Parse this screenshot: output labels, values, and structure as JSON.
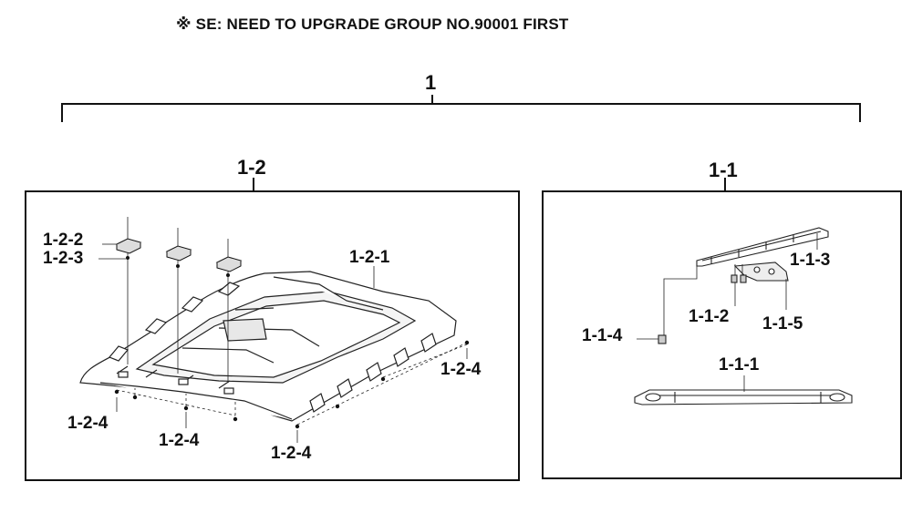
{
  "note": "※ SE: NEED TO UPGRADE GROUP NO.90001 FIRST",
  "labels": {
    "root": "1",
    "roof_assembly": "1-2",
    "rail_assembly": "1-1",
    "p_1_2_1": "1-2-1",
    "p_1_2_2": "1-2-2",
    "p_1_2_3": "1-2-3",
    "p_1_2_4": "1-2-4",
    "p_1_1_1": "1-1-1",
    "p_1_1_2": "1-1-2",
    "p_1_1_3": "1-1-3",
    "p_1_1_4": "1-1-4",
    "p_1_1_5": "1-1-5"
  }
}
